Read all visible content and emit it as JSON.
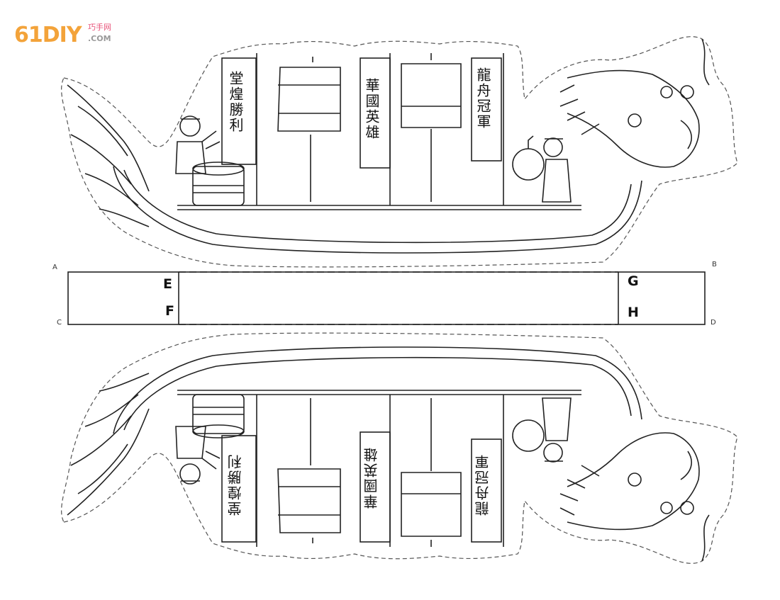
{
  "logo": {
    "main": "61DIY",
    "chinese": "巧手网",
    "suffix": ".COM"
  },
  "corners": {
    "a": "A",
    "b": "B",
    "c": "C",
    "d": "D"
  },
  "fold_marks": {
    "e": "E",
    "f": "F",
    "g": "G",
    "h": "H"
  },
  "banners": {
    "left": "堂煌勝利",
    "middle": "華國英雄",
    "right": "龍舟冠軍"
  },
  "colors": {
    "line": "#222222",
    "cut_line": "#555555",
    "paper": "#ffffff"
  }
}
